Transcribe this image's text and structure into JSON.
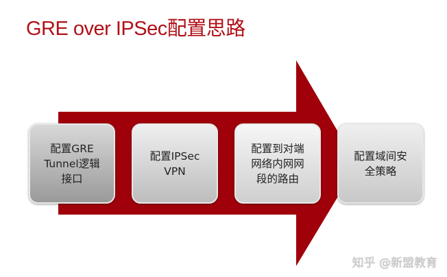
{
  "title": "GRE over IPSec配置思路",
  "colors": {
    "arrow": "#a0000a",
    "title": "#b01018"
  },
  "steps": [
    {
      "label": "配置GRE\nTunnel逻辑\n接口"
    },
    {
      "label": "配置IPSec\nVPN"
    },
    {
      "label": "配置到对端\n网络内网网\n段的路由"
    },
    {
      "label": "配置域间安\n全策略"
    }
  ],
  "watermark": "知乎 @新盟教育"
}
